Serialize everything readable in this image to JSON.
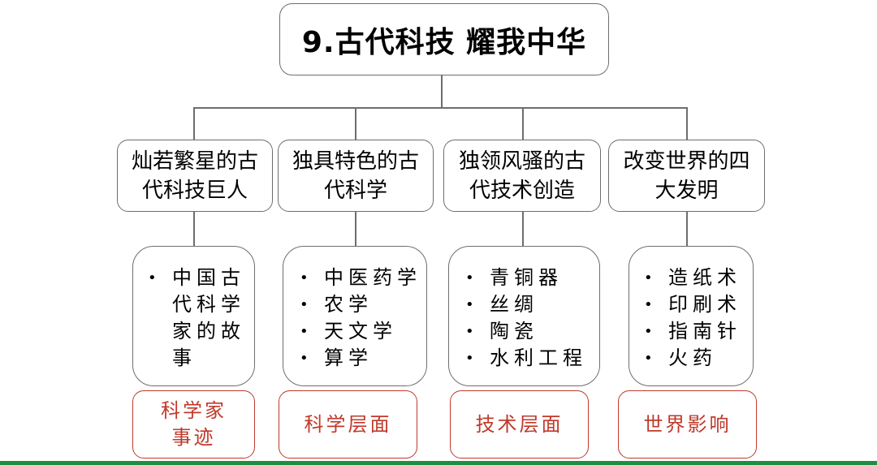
{
  "title": "9.古代科技  耀我中华",
  "columns": [
    {
      "category_lines": [
        "灿若繁星的古",
        "代科技巨人"
      ],
      "items": [
        "中国古代科学家的故事"
      ],
      "tag_lines": [
        "科学家",
        "事迹"
      ]
    },
    {
      "category_lines": [
        "独具特色的古",
        "代科学"
      ],
      "items": [
        "中医药学",
        "农学",
        "天文学",
        "算学"
      ],
      "tag_lines": [
        "科学层面"
      ]
    },
    {
      "category_lines": [
        "独领风骚的古",
        "代技术创造"
      ],
      "items": [
        "青铜器",
        "丝绸",
        "陶瓷",
        "水利工程"
      ],
      "tag_lines": [
        "技术层面"
      ]
    },
    {
      "category_lines": [
        "改变世界的四",
        "大发明"
      ],
      "items": [
        "造纸术",
        "印刷术",
        "指南针",
        "火药"
      ],
      "tag_lines": [
        "世界影响"
      ]
    }
  ],
  "colors": {
    "border": "#6e6e6e",
    "tag_red": "#c0392b",
    "bottom_bar": "#1e8f3e"
  }
}
